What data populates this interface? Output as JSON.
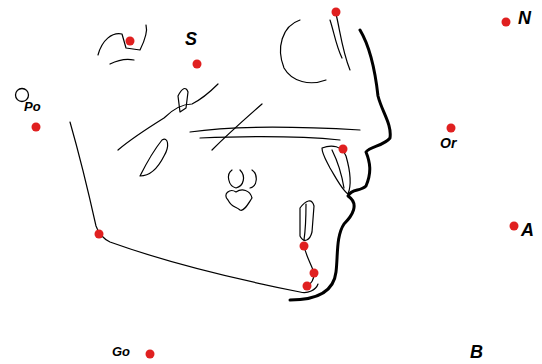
{
  "diagram": {
    "labels": [
      "N",
      "S",
      "Po",
      "Or",
      "A",
      "Go",
      "B"
    ]
  }
}
